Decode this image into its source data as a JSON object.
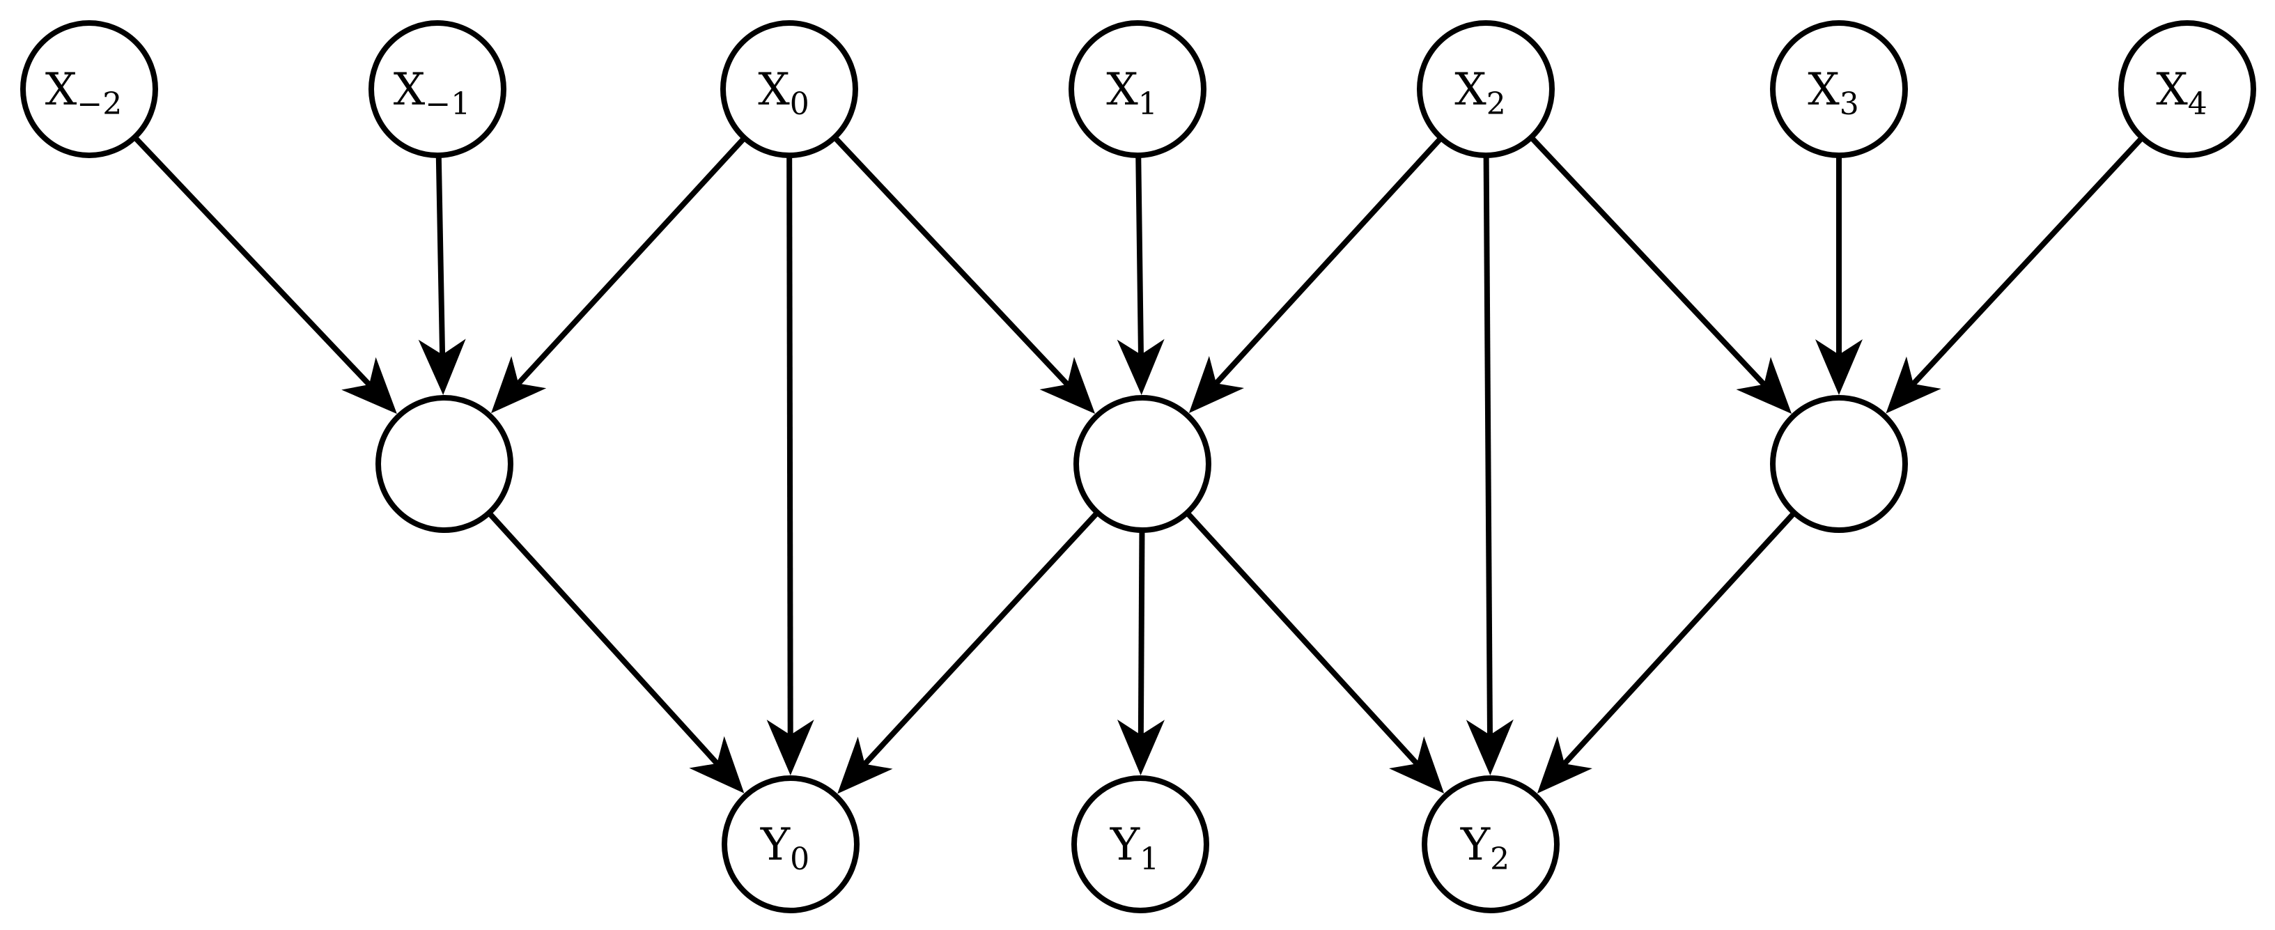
{
  "diagram": {
    "nodes": [
      {
        "id": "x-2",
        "main": "X",
        "sub": "−2"
      },
      {
        "id": "x-1",
        "main": "X",
        "sub": "−1"
      },
      {
        "id": "x0",
        "main": "X",
        "sub": "0"
      },
      {
        "id": "x1",
        "main": "X",
        "sub": "1"
      },
      {
        "id": "x2",
        "main": "X",
        "sub": "2"
      },
      {
        "id": "x3",
        "main": "X",
        "sub": "3"
      },
      {
        "id": "x4",
        "main": "X",
        "sub": "4"
      },
      {
        "id": "h0",
        "main": "",
        "sub": ""
      },
      {
        "id": "h1",
        "main": "",
        "sub": ""
      },
      {
        "id": "h2",
        "main": "",
        "sub": ""
      },
      {
        "id": "y0",
        "main": "Y",
        "sub": "0"
      },
      {
        "id": "y1",
        "main": "Y",
        "sub": "1"
      },
      {
        "id": "y2",
        "main": "Y",
        "sub": "2"
      }
    ],
    "edges": [
      {
        "from": "x-2",
        "to": "h0"
      },
      {
        "from": "x-1",
        "to": "h0"
      },
      {
        "from": "x0",
        "to": "h0"
      },
      {
        "from": "x0",
        "to": "h1"
      },
      {
        "from": "x0",
        "to": "y0"
      },
      {
        "from": "x1",
        "to": "h1"
      },
      {
        "from": "x2",
        "to": "h1"
      },
      {
        "from": "x2",
        "to": "h2"
      },
      {
        "from": "x2",
        "to": "y2"
      },
      {
        "from": "x3",
        "to": "h2"
      },
      {
        "from": "x4",
        "to": "h2"
      },
      {
        "from": "h0",
        "to": "y0"
      },
      {
        "from": "h1",
        "to": "y0"
      },
      {
        "from": "h1",
        "to": "y1"
      },
      {
        "from": "h1",
        "to": "y2"
      },
      {
        "from": "h2",
        "to": "y2"
      }
    ]
  }
}
